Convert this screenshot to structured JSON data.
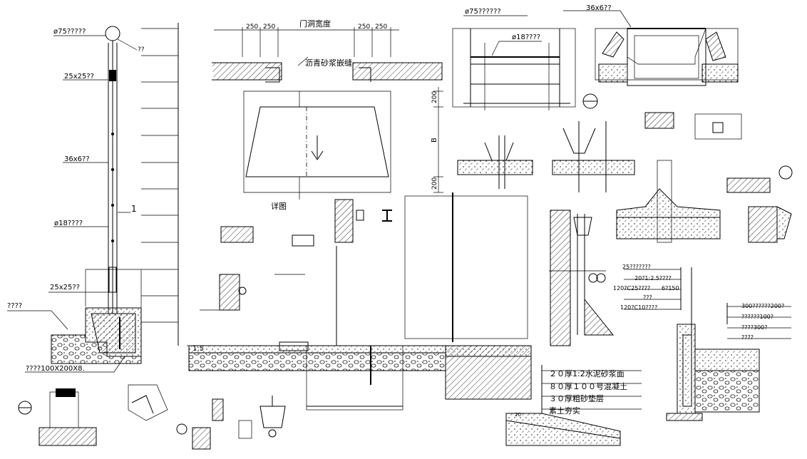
{
  "drawing": {
    "railing": {
      "top_rail": "ø75?????",
      "cap": "??",
      "post_upper": "25x25??",
      "baluster_flat": "36x6??",
      "bar": "ø18????",
      "post_lower": "25x25??",
      "base_note": "????",
      "anchor": "????100X200X8."
    },
    "door_detail": {
      "title": "门洞宽度",
      "dims_top": [
        "250",
        "250",
        "250",
        "250"
      ],
      "joint_note": "沥青砂浆嵌缝",
      "dims_side": [
        "200",
        "B",
        "200"
      ],
      "detail_label": "详图"
    },
    "fence_detail": {
      "top_rail": "ø75??????",
      "bar": "ø18????"
    },
    "gutter": {
      "size": "36x6??"
    },
    "layers_mid": [
      "25???????",
      "20?1:2.5????",
      "120?C25????",
      "6?150",
      "???",
      "120?C10????"
    ],
    "layers_right": [
      "300??????200?",
      "??????100?",
      "????300?",
      "????"
    ],
    "floor_layers": [
      "２０厚1:2水泥砂浆面",
      "８０厚１００号混凝土",
      "３０厚粗砂垫层",
      "素土夯实"
    ],
    "small_dims": [
      "1:5",
      "20",
      "1"
    ]
  }
}
